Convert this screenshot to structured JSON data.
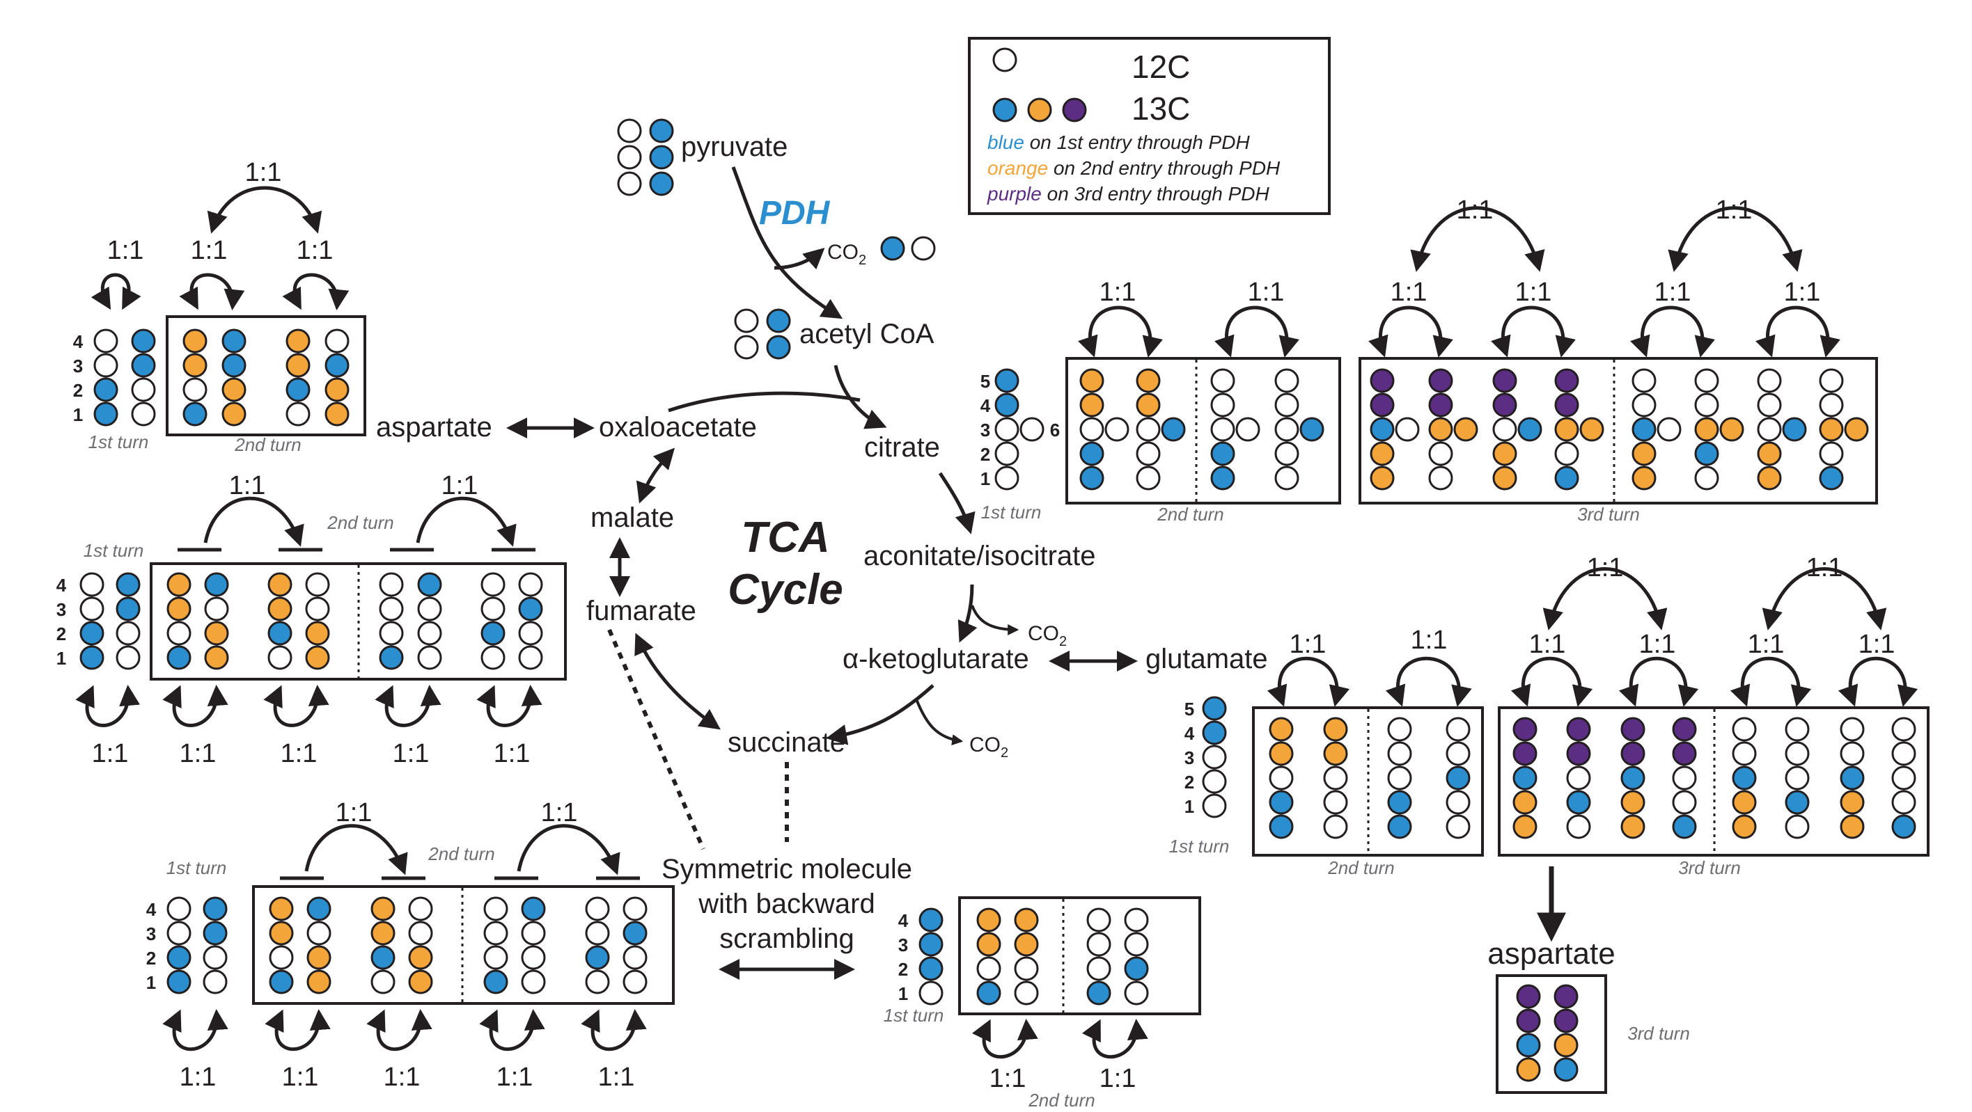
{
  "colors": {
    "blue": "#2b8fcf",
    "orange": "#f4a53a",
    "purple": "#5b2d83",
    "white": "#ffffff",
    "stroke": "#231f20",
    "pdh": "#2b8fcf"
  },
  "legend": {
    "c12": "12C",
    "c13": "13C",
    "line1_color": "blue",
    "line1_text": " on 1st entry through PDH",
    "line2_color": "orange",
    "line2_text": " on 2nd entry through PDH",
    "line3_color": "purple",
    "line3_text": " on 3rd entry through PDH"
  },
  "metabolites": {
    "pyruvate": "pyruvate",
    "enzyme": "PDH",
    "co2": "CO",
    "co2_sub": "2",
    "acetyl_coa": "acetyl CoA",
    "citrate": "citrate",
    "aconitate": "aconitate/isocitrate",
    "akg": "α-ketoglutarate",
    "glutamate": "glutamate",
    "succinate": "succinate",
    "fumarate": "fumarate",
    "malate": "malate",
    "oxaloacetate": "oxaloacetate",
    "aspartate": "aspartate",
    "cycle_line1": "TCA",
    "cycle_line2": "Cycle",
    "symmetric_line1": "Symmetric molecule",
    "symmetric_line2": "with backward",
    "symmetric_line3": "scrambling",
    "aspartate_final": "aspartate"
  },
  "labels": {
    "turn1": "1st turn",
    "turn2": "2nd turn",
    "turn3": "3rd turn",
    "ratio": "1:1"
  },
  "molecules": {
    "pyruvate": [
      "w,b",
      "w,b",
      "w,b"
    ],
    "co2_pair": "b,w",
    "acetyl": [
      "w,b",
      "w,b"
    ],
    "asp_1st": [
      "w,b",
      "w,b",
      "b,w",
      "b,w"
    ],
    "asp_2nd": [
      "o,b,o,w",
      "o,b,o,b",
      "w,o,b,o",
      "b,o,w,o"
    ],
    "cit_1st": [
      "b",
      "b",
      "w",
      "w",
      "w"
    ],
    "cit_2nd": [
      "o,o,w,w",
      "o,o,w,w",
      "w,w,w,w",
      "b,w,b,w",
      "b,w,b,w"
    ],
    "cit_2nd_side": [
      "w",
      "b",
      "w",
      "b"
    ],
    "cit_3rd": [
      "p,p,p,p,w,w,w,w",
      "p,p,p,p,w,w,w,w",
      "b,o,w,o,b,o,w,o",
      "o,w,o,w,o,b,o,w",
      "o,w,o,b,o,w,o,b"
    ],
    "cit_3rd_side": [
      "w",
      "o",
      "b",
      "o",
      "w",
      "o",
      "b",
      "o"
    ],
    "fum_1st": [
      "w,b",
      "w,b",
      "b,w",
      "b,w"
    ],
    "fum_2nd": [
      "o,b,o,w,w,b,w,w",
      "o,w,o,w,w,w,w,b",
      "w,o,b,o,w,w,b,w",
      "b,o,w,o,b,w,w,w"
    ],
    "akg_1st": [
      "b",
      "b",
      "w",
      "w",
      "w"
    ],
    "akg_2nd": [
      "o,o,w,w",
      "o,o,w,w",
      "w,w,w,b",
      "b,w,b,w",
      "b,w,b,w"
    ],
    "akg_3rd": [
      "p,p,p,p,w,w,w,w",
      "p,p,p,p,w,w,w,w",
      "b,w,b,w,b,w,b,w",
      "o,b,o,w,o,b,o,w",
      "o,w,o,b,o,w,o,b"
    ],
    "suc_1st": [
      "w,b",
      "w,b",
      "b,w",
      "b,w"
    ],
    "suc_2nd": [
      "o,b,o,w,w,b,w,w",
      "o,w,o,w,w,w,w,b",
      "w,o,b,o,w,w,b,w",
      "b,o,w,o,b,w,w,w"
    ],
    "sym_1st": [
      "b",
      "b",
      "b",
      "w"
    ],
    "sym_2nd": [
      "o,o,w,w",
      "o,o,w,w",
      "w,w,w,b",
      "b,w,b,w"
    ],
    "asp_final": [
      "p,p",
      "p,p",
      "b,o",
      "o,b"
    ]
  }
}
